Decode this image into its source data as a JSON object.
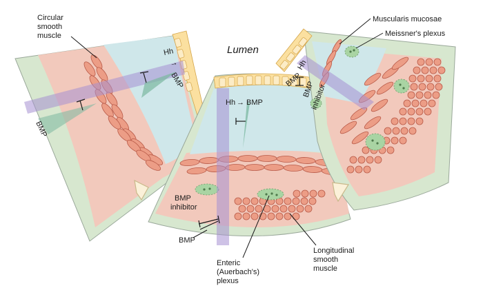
{
  "labels": {
    "lumen": "Lumen",
    "circular_smooth_muscle": [
      "Circular",
      "smooth",
      "muscle"
    ],
    "muscularis_mucosae": "Muscularis mucosae",
    "meissners_plexus": "Meissner's plexus",
    "enteric_plexus": [
      "Enteric",
      "(Auerbach's)",
      "plexus"
    ],
    "longitudinal_smooth_muscle": [
      "Longitudinal",
      "smooth",
      "muscle"
    ],
    "bmp_inhibitor_center": [
      "BMP",
      "inhibitor"
    ],
    "bmp_inhibitor_right": [
      "BMP",
      "inhibitor"
    ],
    "bmp": "BMP",
    "hh": "Hh",
    "hh_arrow_bmp": "→"
  },
  "colors": {
    "outer_band": "#d7e7cf",
    "muscle_band": "#f2c9bc",
    "submucosa": "#cfe7ea",
    "cell_fill": "#ec9d86",
    "cell_stroke": "#b85a48",
    "epithelium": "#fbe0a0",
    "hh_beam": "#a58fd1",
    "bmp_wedge": "#7bb8a0",
    "plexus": "#a9d4a3"
  }
}
